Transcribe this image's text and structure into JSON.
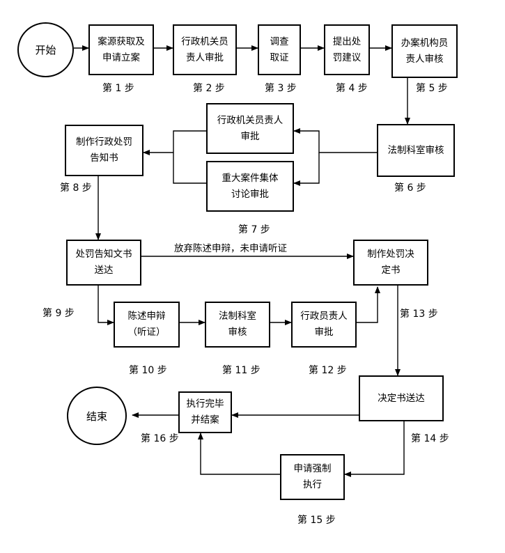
{
  "start": "开始",
  "end": "结束",
  "nodes": {
    "n1": "案源获取及\n申请立案",
    "n2": "行政机关员\n责人审批",
    "n3": "调查\n取证",
    "n4": "提出处\n罚建议",
    "n5": "办案机构员\n责人审核",
    "n6": "法制科室审核",
    "n7a": "行政机关员责人\n审批",
    "n7b": "重大案件集体\n讨论审批",
    "n8": "制作行政处罚\n告知书",
    "n9": "处罚告知文书\n送达",
    "n10": "陈述申辩\n（听证）",
    "n11": "法制科室\n审核",
    "n12": "行政员责人\n审批",
    "n13": "制作处罚决\n定书",
    "n14": "决定书送达",
    "n15": "申请强制\n执行",
    "n16": "执行完毕\n并结案"
  },
  "steps": {
    "s1": "第 1 步",
    "s2": "第 2 步",
    "s3": "第 3 步",
    "s4": "第 4 步",
    "s5": "第 5 步",
    "s6": "第 6 步",
    "s7": "第 7 步",
    "s8": "第 8 步",
    "s9": "第 9 步",
    "s10": "第 10 步",
    "s11": "第 11 步",
    "s12": "第 12 步",
    "s13": "第 13 步",
    "s14": "第 14 步",
    "s15": "第 15 步",
    "s16": "第 16 步"
  },
  "edge_labels": {
    "waive": "放弃陈述申辩，未申请听证"
  }
}
